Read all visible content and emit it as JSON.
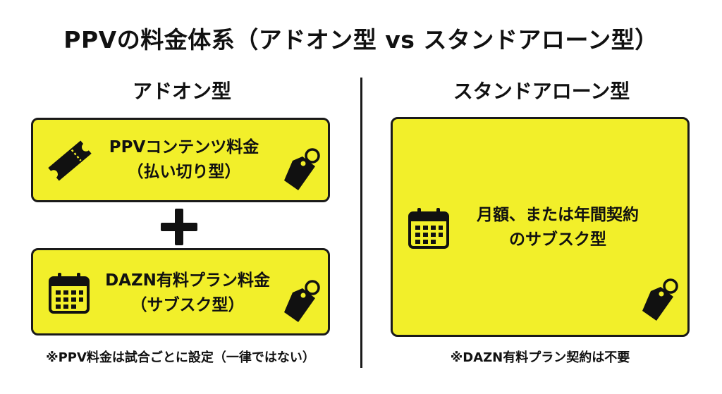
{
  "title": "PPVの料金体系（アドオン型 vs スタンドアローン型）",
  "left": {
    "heading": "アドオン型",
    "box1": {
      "line1": "PPVコンテンツ料金",
      "line2": "（払い切り型）"
    },
    "operator": "+",
    "box2": {
      "line1": "DAZN有料プラン料金",
      "line2": "（サブスク型）"
    },
    "note": "※PPV料金は試合ごとに設定（一律ではない）"
  },
  "right": {
    "heading": "スタンドアローン型",
    "box": {
      "line1": "月額、または年間契約",
      "line2": "のサブスク型"
    },
    "note": "※DAZN有料プラン契約は不要"
  },
  "colors": {
    "box_fill": "#f2ef2a",
    "border": "#1a1a1a",
    "text": "#111111"
  },
  "icons": [
    "ticket-icon",
    "price-tag-icon",
    "calendar-icon"
  ]
}
